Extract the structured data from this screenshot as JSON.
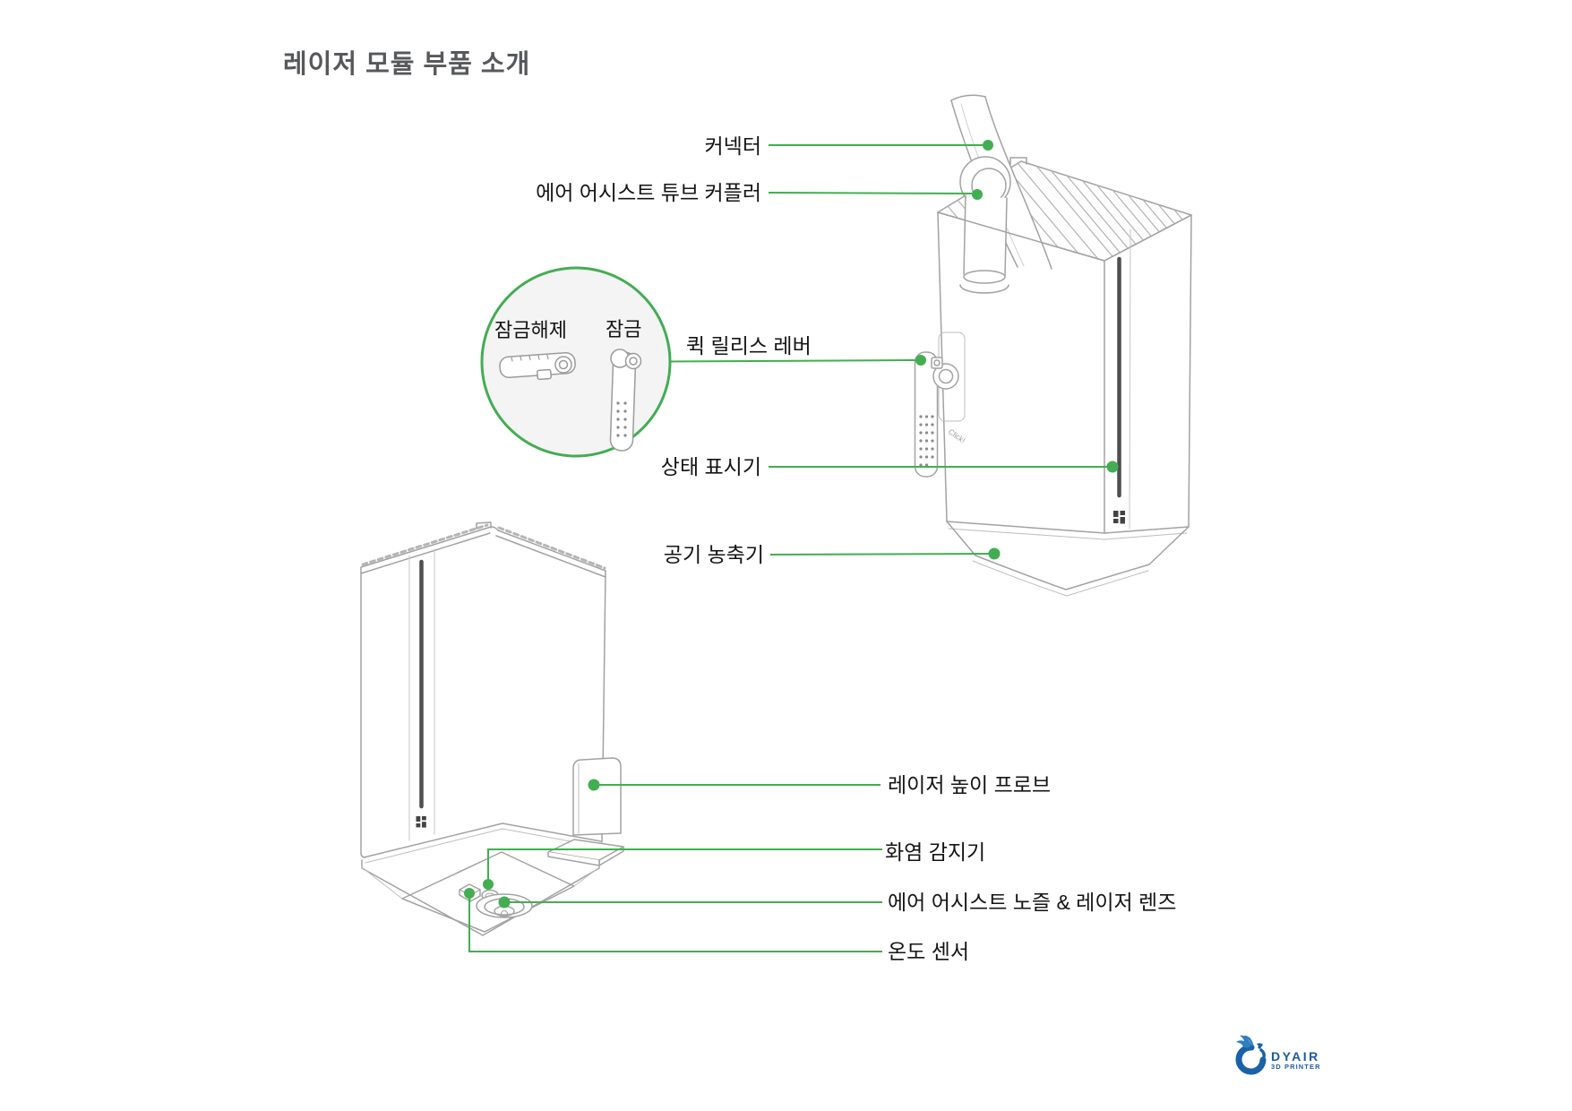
{
  "page": {
    "title": "레이저 모듈 부품 소개"
  },
  "callouts": {
    "connector": {
      "label": "커넥터"
    },
    "air_assist_tube_coupler": {
      "label": "에어 어시스트 튜브 커플러"
    },
    "quick_release_lever": {
      "label": "퀵 릴리스 레버"
    },
    "status_indicator": {
      "label": "상태 표시기"
    },
    "air_concentrator": {
      "label": "공기 농축기"
    },
    "laser_height_probe": {
      "label": "레이저 높이 프로브"
    },
    "flame_detector": {
      "label": "화염 감지기"
    },
    "air_assist_nozzle_laser_lens": {
      "label": "에어 어시스트 노즐 & 레이저 렌즈"
    },
    "temperature_sensor": {
      "label": "온도 센서"
    }
  },
  "inset": {
    "unlocked_label": "잠금해제",
    "locked_label": "잠금"
  },
  "device": {
    "click_annotation": "Click!"
  },
  "logo": {
    "brand": "DYAIR",
    "subtitle": "3D PRINTER"
  },
  "colors": {
    "accent_green": "#43AD52",
    "title_gray": "#57585B",
    "label_black": "#141414",
    "line_art_gray": "#A2A2A2",
    "indicator_dark": "#4F4F4F",
    "logo_blue": "#1C5A9F"
  }
}
